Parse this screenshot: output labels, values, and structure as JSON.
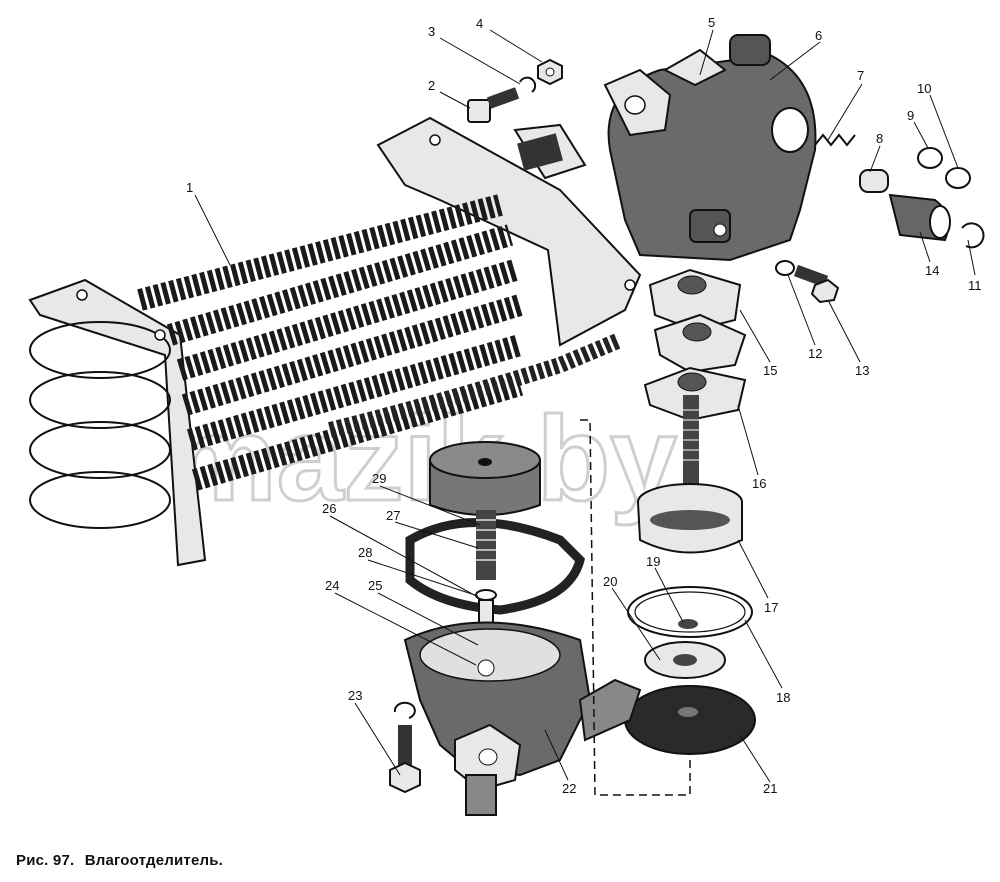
{
  "figure": {
    "caption_number": "Рис. 97.",
    "caption_title": "Влагоотделитель.",
    "watermark": "mazik.by",
    "callouts": [
      "1",
      "2",
      "3",
      "4",
      "5",
      "6",
      "7",
      "8",
      "9",
      "10",
      "11",
      "12",
      "13",
      "14",
      "15",
      "16",
      "17",
      "18",
      "19",
      "20",
      "21",
      "22",
      "23",
      "24",
      "25",
      "26",
      "27",
      "28",
      "29"
    ]
  }
}
